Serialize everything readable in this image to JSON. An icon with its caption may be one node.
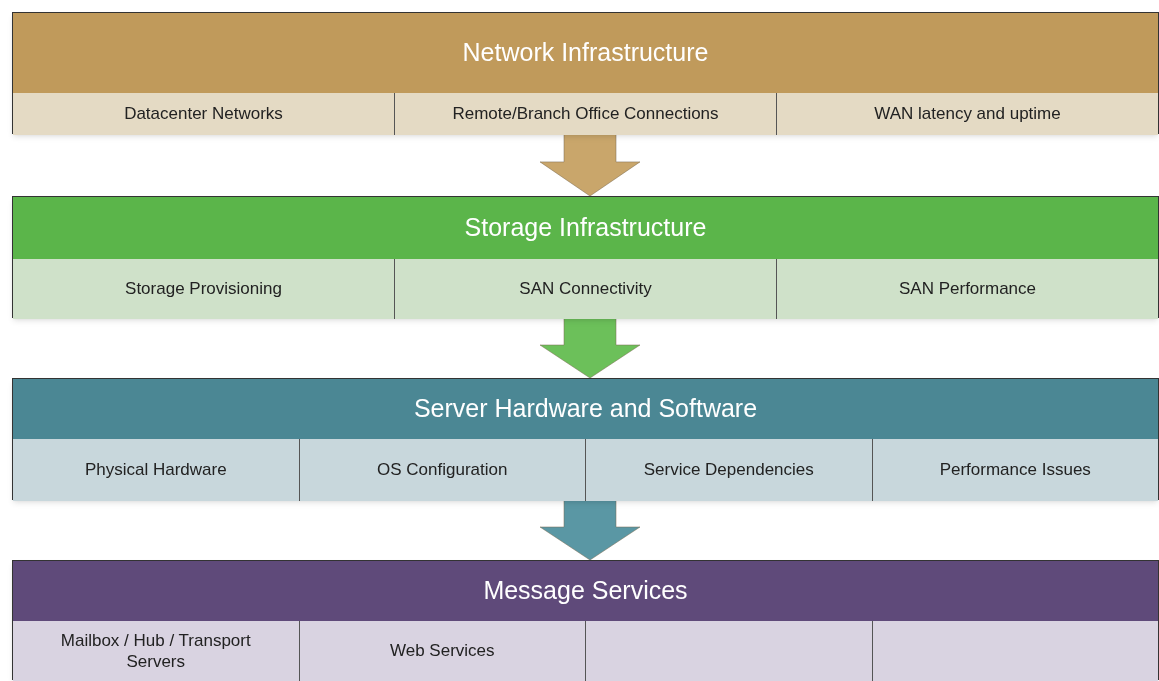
{
  "diagram": {
    "nodes": [
      {
        "text": [
          "Network Infrastructure"
        ]
      },
      {
        "text": [
          "Datacenter Networks"
        ],
        "in": 0
      },
      {
        "text": [
          "Remote/Branch Office Connections"
        ],
        "in": 0
      },
      {
        "text": [
          "WAN latency and uptime"
        ],
        "in": 0
      },
      {
        "text": [
          "Storage Infrastructure"
        ]
      },
      {
        "text": [
          "Storage Provisioning"
        ],
        "in": 4
      },
      {
        "text": [
          "SAN Connectivity"
        ],
        "in": 4
      },
      {
        "text": [
          "SAN Performance"
        ],
        "in": 4
      },
      {
        "text": [
          "Server Hardware and Software"
        ]
      },
      {
        "text": [
          "Physical Hardware"
        ],
        "in": 8
      },
      {
        "text": [
          "OS Configuration"
        ],
        "in": 8
      },
      {
        "text": [
          "Service Dependencies"
        ],
        "in": 8
      },
      {
        "text": [
          "Performance Issues"
        ],
        "in": 8
      },
      {
        "text": [
          "Message Services"
        ]
      },
      {
        "text": [
          "Mailbox / Hub / Transport Servers"
        ],
        "in": 13
      },
      {
        "text": [
          "Web Services"
        ],
        "in": 13
      },
      {
        "text": [],
        "shape": "box",
        "in": 13
      },
      {
        "text": [],
        "shape": "box",
        "in": 13
      }
    ],
    "edges": [
      {
        "from": 0,
        "to": 4,
        "arrow": "to",
        "style": "thick",
        "color": "#c9a66b"
      },
      {
        "from": 4,
        "to": 8,
        "arrow": "to",
        "style": "thick",
        "color": "#6cc05a"
      },
      {
        "from": 8,
        "to": 13,
        "arrow": "to",
        "style": "thick",
        "color": "#5a97a4"
      }
    ]
  }
}
